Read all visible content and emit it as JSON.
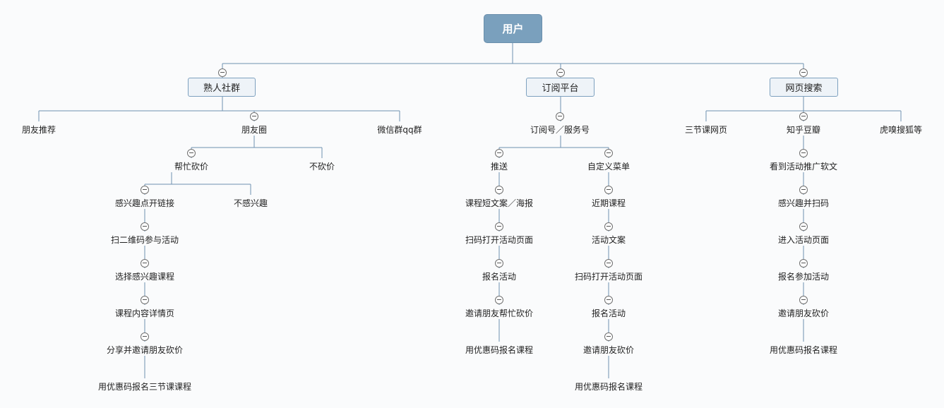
{
  "root": "用户",
  "branches": {
    "acq": {
      "label": "熟人社群",
      "friend_rec": "朋友推荐",
      "moments": "朋友圈",
      "wechat_qq": "微信群qq群",
      "help_bargain": "帮忙砍价",
      "no_bargain": "不砍价",
      "interested_click": "感兴趣点开链接",
      "not_interested": "不感兴趣",
      "flow": [
        "扫二维码参与活动",
        "选择感兴趣课程",
        "课程内容详情页",
        "分享并邀请朋友砍价",
        "用优惠码报名三节课课程"
      ]
    },
    "sub": {
      "label": "订阅平台",
      "account": "订阅号／服务号",
      "push": "推送",
      "push_flow": [
        "课程短文案／海报",
        "扫码打开活动页面",
        "报名活动",
        "邀请朋友帮忙砍价",
        "用优惠码报名课程"
      ],
      "menu": "自定义菜单",
      "menu_flow": [
        "近期课程",
        "活动文案",
        "扫码打开活动页面",
        "报名活动",
        "邀请朋友砍价",
        "用优惠码报名课程"
      ]
    },
    "web": {
      "label": "网页搜索",
      "sanjieke": "三节课网页",
      "zhihu": "知乎豆瓣",
      "others": "虎嗅搜狐等",
      "flow": [
        "看到活动推广软文",
        "感兴趣并扫码",
        "进入活动页面",
        "报名参加活动",
        "邀请朋友砍价",
        "用优惠码报名课程"
      ]
    }
  }
}
